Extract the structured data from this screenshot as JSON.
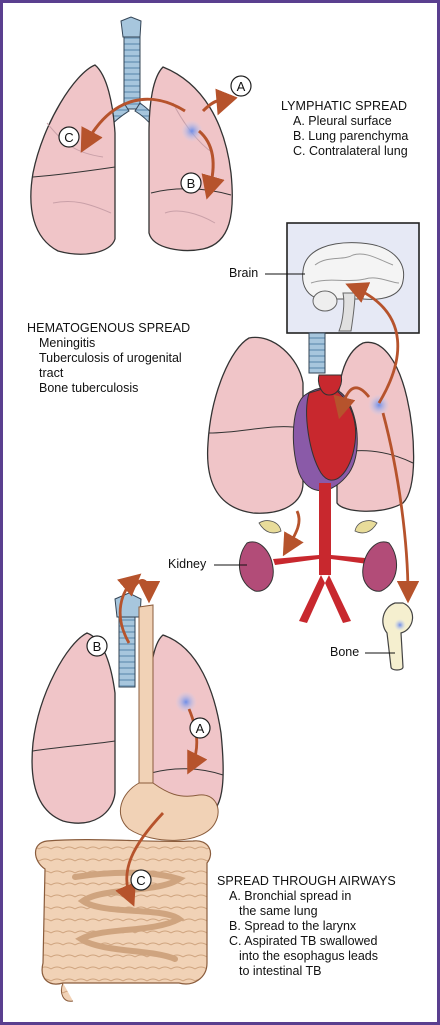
{
  "markers": {
    "lymphatic": {
      "a": "A",
      "b": "B",
      "c": "C"
    },
    "airways": {
      "a": "A",
      "b": "B",
      "c": "C"
    }
  },
  "lymphatic_spread": {
    "title": "LYMPHATIC SPREAD",
    "items": [
      "A. Pleural surface",
      "B. Lung parenchyma",
      "C. Contralateral lung"
    ]
  },
  "hematogenous_spread": {
    "title": "HEMATOGENOUS SPREAD",
    "items": [
      "Meningitis",
      "Tuberculosis of urogenital",
      "tract",
      "Bone tuberculosis"
    ]
  },
  "airway_spread": {
    "title": "SPREAD THROUGH AIRWAYS",
    "items": [
      "A. Bronchial spread in",
      "the same lung",
      "B. Spread to the larynx",
      "C. Aspirated TB swallowed",
      "into the esophagus leads",
      "to intestinal TB"
    ]
  },
  "labels": {
    "brain": "Brain",
    "kidney": "Kidney",
    "bone": "Bone"
  },
  "colors": {
    "border": "#5a3f8f",
    "lung": "#f0c5c8",
    "arrow": "#b6532c",
    "trachea": "#a7c6dd",
    "heart": "#c8282e",
    "vein": "#8a5aa8",
    "focus": "#8ea6ec"
  }
}
